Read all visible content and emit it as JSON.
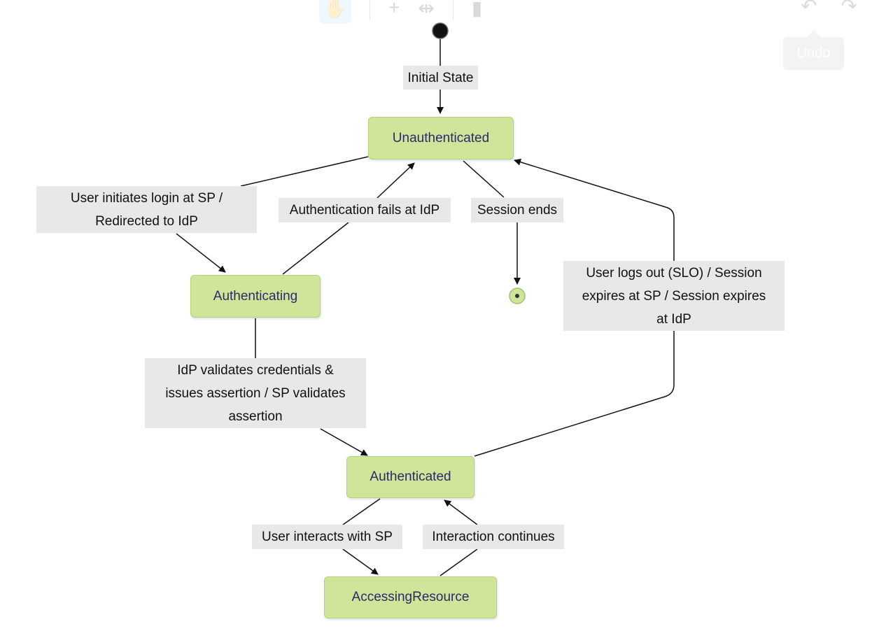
{
  "toolbar": {
    "icons": [
      "hand-icon",
      "plus-icon",
      "move-icon",
      "paint-roller-icon"
    ],
    "undo_icon": "undo-icon",
    "redo_icon": "redo-icon",
    "tooltip": "Undo"
  },
  "diagram": {
    "states": {
      "unauthenticated": "Unauthenticated",
      "authenticating": "Authenticating",
      "authenticated": "Authenticated",
      "accessing_resource": "AccessingResource"
    },
    "transitions": {
      "initial": "Initial State",
      "login": "User initiates login at SP /\nRedirected to IdP",
      "auth_fails": "Authentication fails at IdP",
      "session_ends": "Session ends",
      "validates": "IdP validates credentials &\nissues assertion / SP validates\nassertion",
      "logout": "User logs out (SLO) / Session\nexpires at SP / Session expires\nat IdP",
      "interacts": "User interacts with SP",
      "continues": "Interaction continues"
    },
    "colors": {
      "state_fill": "#cfe59a",
      "state_text": "#2a2a6a",
      "label_fill": "#e8e8e8",
      "line": "#111111"
    }
  }
}
